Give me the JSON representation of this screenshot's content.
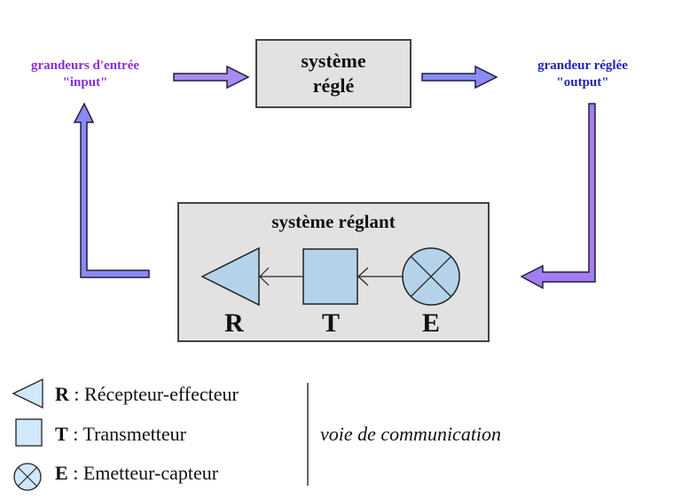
{
  "diagram": {
    "input_label": {
      "line1": "grandeurs d'entrée",
      "line2": "\"input\"",
      "color": "#8a2be2"
    },
    "output_label": {
      "line1": "grandeur réglée",
      "line2": "\"output\"",
      "color": "#2222b4"
    },
    "controlled_system": {
      "line1": "système",
      "line2": "réglé"
    },
    "controlling_system": {
      "title": "système réglant",
      "components": [
        {
          "letter": "R",
          "shape": "triangle-left-icon"
        },
        {
          "letter": "T",
          "shape": "square-icon"
        },
        {
          "letter": "E",
          "shape": "circle-cross-icon"
        }
      ]
    },
    "colors": {
      "arrow_input": "#a98af0",
      "arrow_output": "#8a8af5",
      "arrow_feedback_left": "#8a8af5",
      "arrow_feedback_right": "#a47df0",
      "box_fill": "#e2e2e2",
      "component_fill": "#b4d3ea",
      "legend_fill": "#cfe8fb"
    }
  },
  "legend": {
    "items": [
      {
        "letter": "R",
        "separator": " : ",
        "label": "Récepteur-effecteur"
      },
      {
        "letter": "T",
        "separator": " : ",
        "label": "Transmetteur"
      },
      {
        "letter": "E",
        "separator": " : ",
        "label": "Emetteur-capteur"
      }
    ],
    "side_note": "voie de communication"
  }
}
